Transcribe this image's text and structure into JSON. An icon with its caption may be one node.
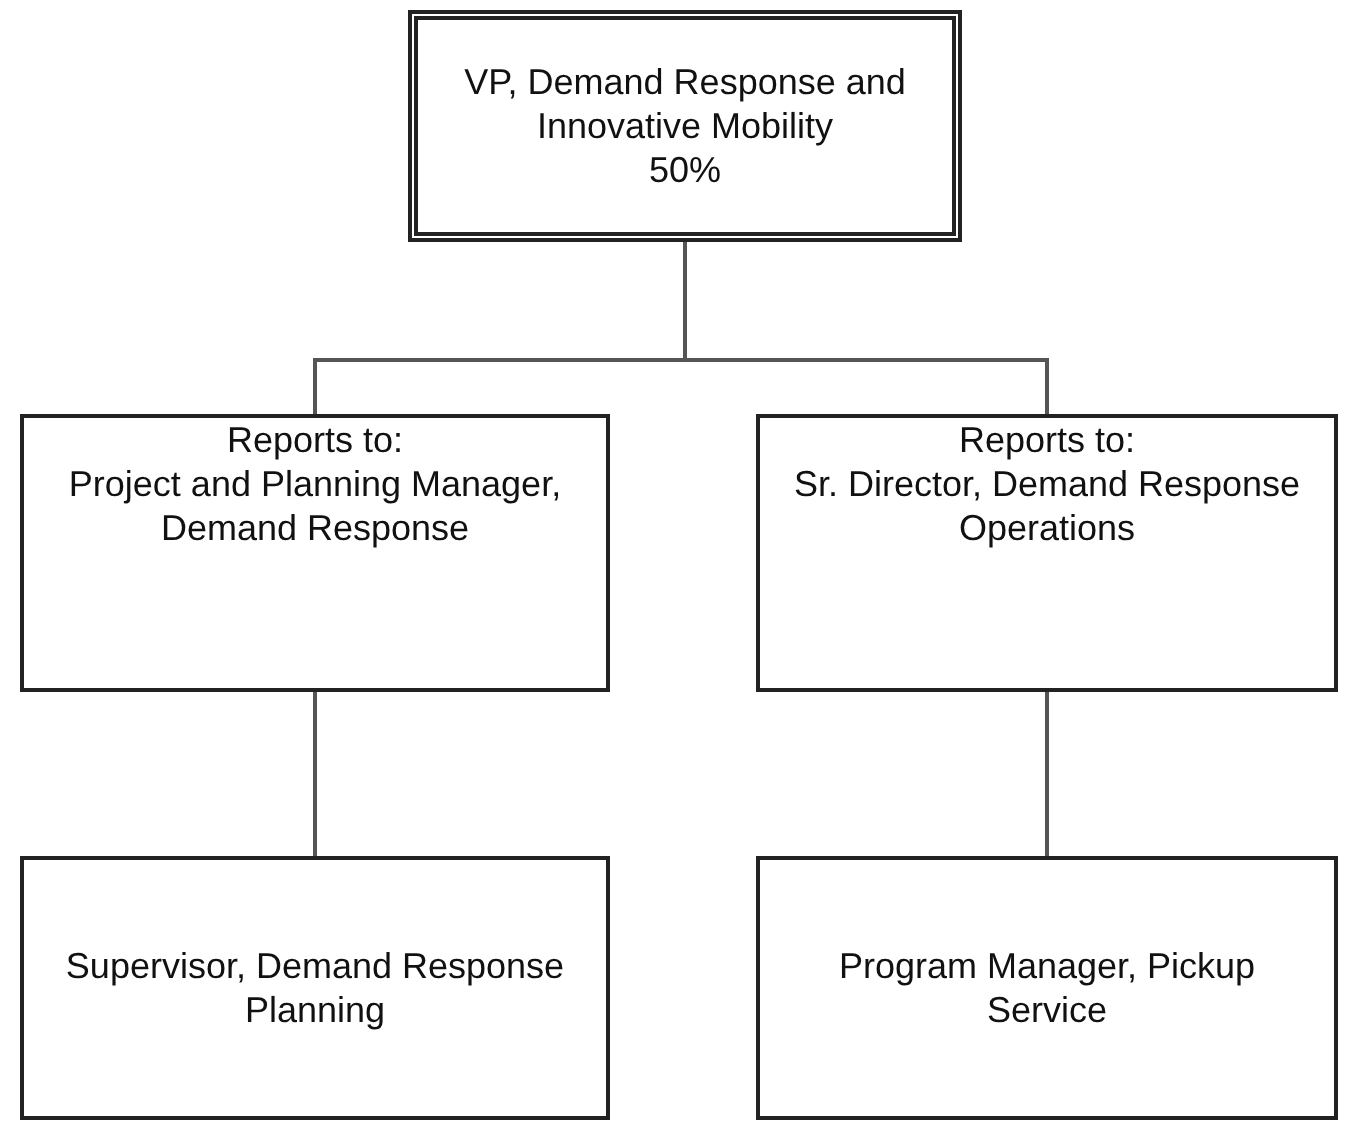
{
  "diagram": {
    "nodes": [
      {
        "text": [
          "VP, Demand Response and Innovative Mobility",
          "50%"
        ]
      },
      {
        "text": [
          "Reports to:",
          "Project and Planning Manager, Demand Response"
        ]
      },
      {
        "text": [
          "Reports to:",
          "Sr. Director, Demand Response Operations"
        ]
      },
      {
        "text": [
          "Supervisor, Demand Response Planning"
        ]
      },
      {
        "text": [
          "Program Manager, Pickup Service"
        ]
      }
    ],
    "edges": [
      {
        "from": 0,
        "to": 1,
        "arrow": "none"
      },
      {
        "from": 0,
        "to": 2,
        "arrow": "none"
      },
      {
        "from": 1,
        "to": 3,
        "arrow": "none"
      },
      {
        "from": 2,
        "to": 4,
        "arrow": "none"
      }
    ]
  }
}
